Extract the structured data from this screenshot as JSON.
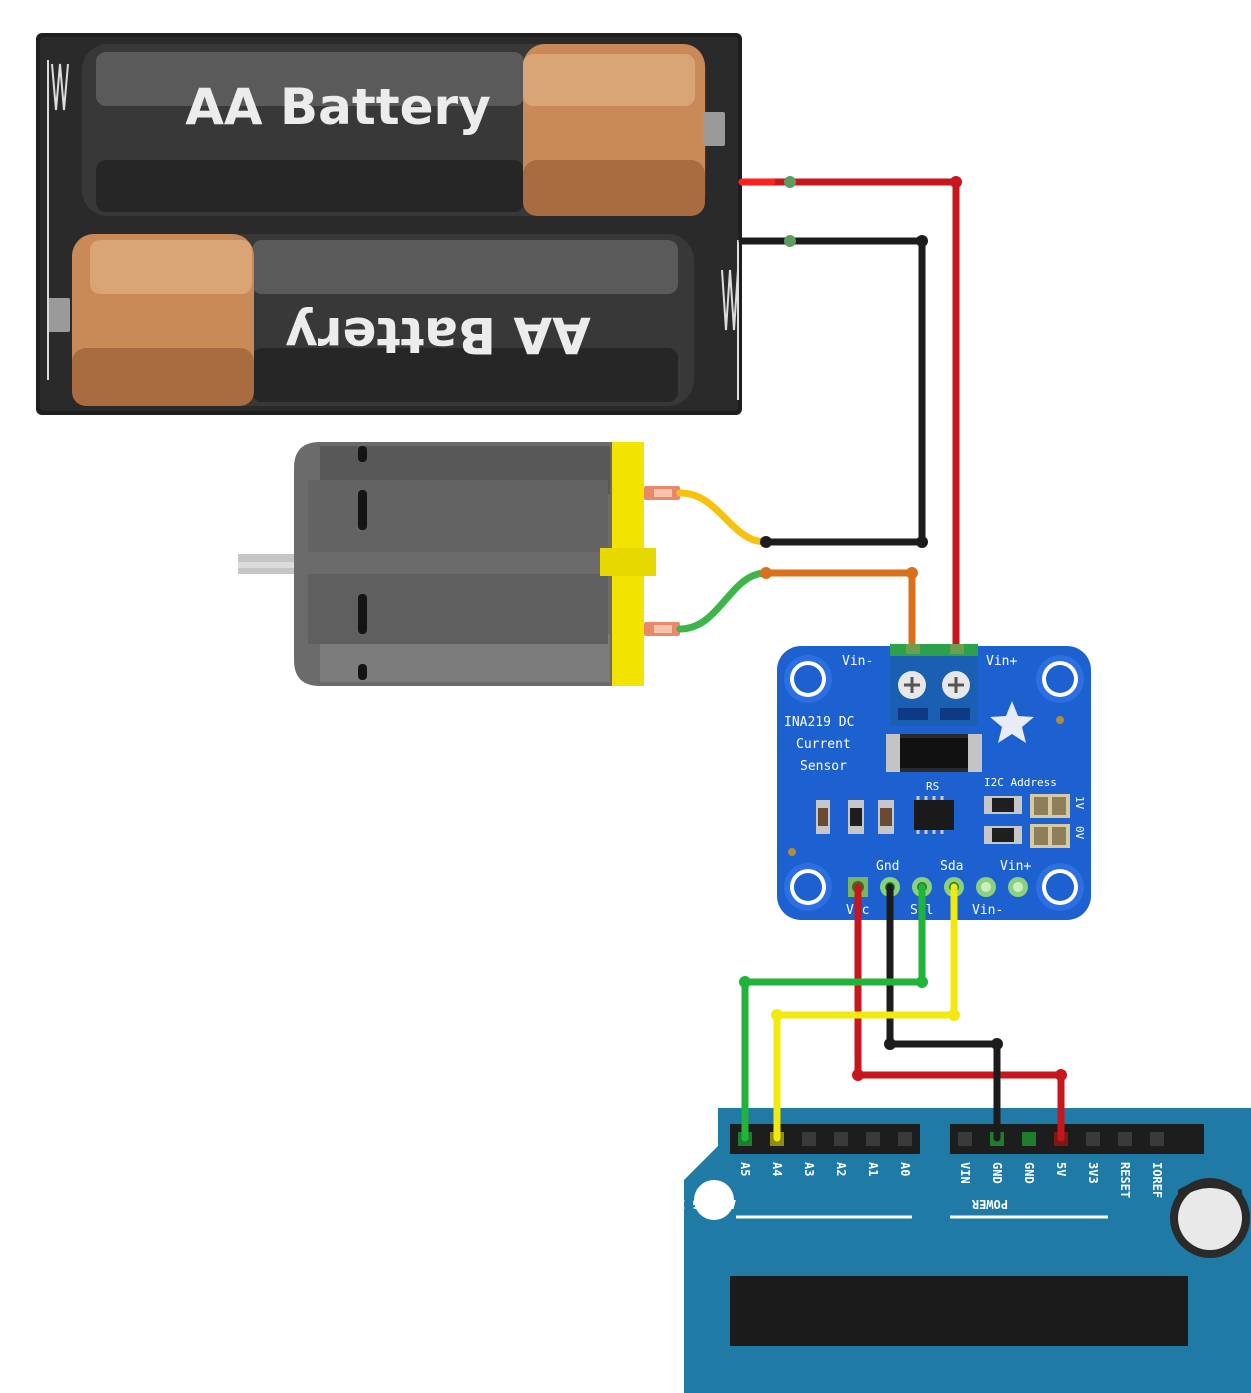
{
  "battery_pack": {
    "cell_top_label": "AA Battery",
    "cell_bottom_label": "AA Battery"
  },
  "sensor": {
    "title_line1": "INA219 DC",
    "title_line2": "Current",
    "title_line3": "Sensor",
    "vin_minus_top": "Vin-",
    "vin_plus_top": "Vin+",
    "rs_label": "RS",
    "i2c_label": "I2C Address",
    "addr_1v": "1V",
    "addr_0v": "0V",
    "pin_gnd": "Gnd",
    "pin_sda": "Sda",
    "pin_vin_plus": "Vin+",
    "pin_vcc": "Vcc",
    "pin_scl": "Scl",
    "pin_vin_minus": "Vin-"
  },
  "arduino": {
    "analog_pins": [
      "A5",
      "A4",
      "A3",
      "A2",
      "A1",
      "A0"
    ],
    "power_pins": [
      "VIN",
      "GND",
      "GND",
      "5V",
      "3V3",
      "RESET",
      "IOREF"
    ],
    "analog_header_label": "ANALOG IN",
    "power_header_label": "POWER"
  },
  "wire_colors": {
    "red": "#c8161d",
    "black": "#1c1c1c",
    "green": "#22b33a",
    "yellow": "#f2ea0e",
    "orange": "#d8701c",
    "motor_yellow": "#f7c10d",
    "motor_green": "#3cb54a"
  },
  "board_colors": {
    "sensor_pcb": "#1d60cf",
    "arduino_pcb": "#1f7aa5",
    "battery_holder": "#222222",
    "motor_cap": "#f2e400"
  }
}
